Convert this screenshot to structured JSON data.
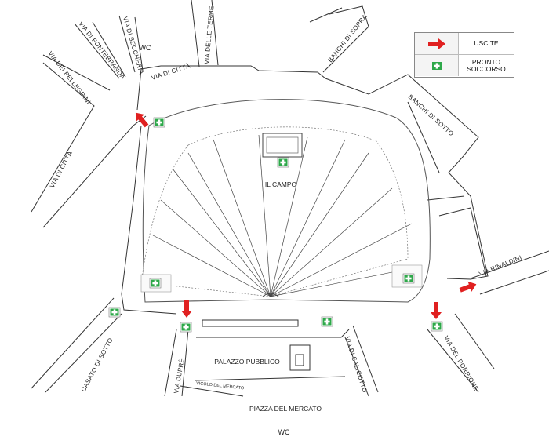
{
  "legend": {
    "exits_label": "USCITE",
    "first_aid_label": "PRONTO SOCCORSO",
    "exit_color": "#e02020",
    "first_aid_color": "#2ea84a"
  },
  "labels": {
    "campo": "IL CAMPO",
    "palazzo": "PALAZZO PUBBLICO",
    "piazza_mercato": "PIAZZA DEL MERCATO",
    "wc_top": "WC",
    "wc_bottom": "WC"
  },
  "streets": {
    "via_dei_pellegrini": "VIA DEI PELLEGRINI",
    "via_di_fontebranda": "VIA DI FONTEBRANDA",
    "via_di_beccheria": "VIA DI BECCHERIA",
    "via_delle_terme": "VIA DELLE TERME",
    "via_di_citta_top": "VIA DI CITTÀ",
    "banchi_di_sopra": "BANCHI DI SOPRA",
    "banchi_di_sotto": "BANCHI DI SOTTO",
    "via_di_citta_left": "VIA DI CITTÀ",
    "via_rinaldini": "VIA RINALDINI",
    "casato_di_sotto": "CASATO DI SOTTO",
    "via_dupre": "VIA DUPRÈ",
    "vicolo_del_mercato": "VICOLO DEL MERCATO",
    "via_di_salicotto": "VIA DI SALICOTTO",
    "via_del_porrione": "VIA DEL PORRIONE"
  },
  "icons": {
    "exit": "red-arrow-icon",
    "first_aid": "green-cross-icon"
  }
}
